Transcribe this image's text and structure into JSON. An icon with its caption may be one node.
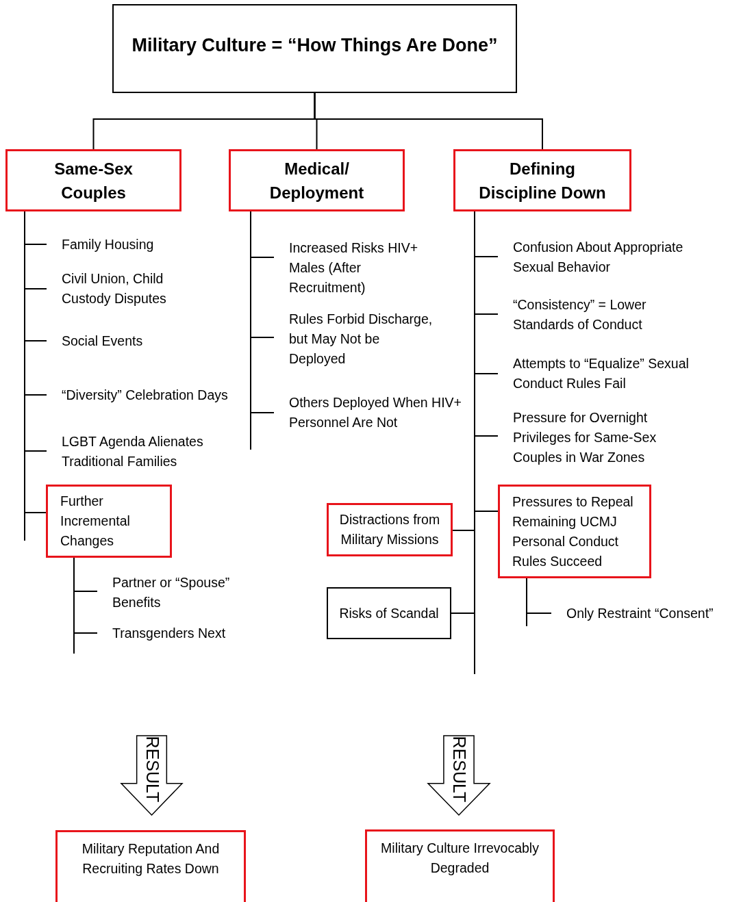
{
  "diagram": {
    "nodes": [
      {
        "text": [
          "Military Culture = “How Things Are Done”"
        ]
      },
      {
        "text": [
          "Same-Sex Couples"
        ]
      },
      {
        "text": [
          "Medical/ Deployment"
        ]
      },
      {
        "text": [
          "Defining Discipline Down"
        ]
      },
      {
        "text": [
          "Family Housing"
        ]
      },
      {
        "text": [
          "Civil Union, Child Custody Disputes"
        ]
      },
      {
        "text": [
          "Social Events"
        ]
      },
      {
        "text": [
          "“Diversity” Celebration Days"
        ]
      },
      {
        "text": [
          "LGBT Agenda Alienates Traditional Families"
        ]
      },
      {
        "text": [
          "Further Incremental Changes"
        ]
      },
      {
        "text": [
          "Partner or “Spouse” Benefits"
        ]
      },
      {
        "text": [
          "Transgenders Next"
        ]
      },
      {
        "text": [
          "Increased Risks HIV+ Males (After Recruitment)"
        ]
      },
      {
        "text": [
          "Rules Forbid Discharge, but May Not be Deployed"
        ]
      },
      {
        "text": [
          "Others Deployed When HIV+ Personnel Are Not"
        ]
      },
      {
        "text": [
          "Confusion About Appropriate Sexual Behavior"
        ]
      },
      {
        "text": [
          "“Consistency” = Lower Standards of Conduct"
        ]
      },
      {
        "text": [
          "Attempts to “Equalize” Sexual Conduct Rules Fail"
        ]
      },
      {
        "text": [
          "Pressure for Overnight Privileges for Same-Sex Couples in War Zones"
        ]
      },
      {
        "text": [
          "Distractions from Military Missions"
        ]
      },
      {
        "text": [
          "Pressures to Repeal Remaining UCMJ Personal Conduct Rules Succeed"
        ]
      },
      {
        "text": [
          "Only Restraint “Consent”"
        ]
      },
      {
        "text": [
          "Risks of Scandal"
        ]
      },
      {
        "text": [
          "RESULT"
        ]
      },
      {
        "text": [
          "Military Reputation And Recruiting Rates Down"
        ]
      },
      {
        "text": [
          "RESULT"
        ]
      },
      {
        "text": [
          "Military Culture Irrevocably Degraded"
        ]
      }
    ],
    "edges": [
      {
        "from": 0,
        "to": 1,
        "arrow": "none"
      },
      {
        "from": 0,
        "to": 2,
        "arrow": "none"
      },
      {
        "from": 0,
        "to": 3,
        "arrow": "none"
      },
      {
        "from": 1,
        "to": 4,
        "arrow": "none"
      },
      {
        "from": 1,
        "to": 5,
        "arrow": "none"
      },
      {
        "from": 1,
        "to": 6,
        "arrow": "none"
      },
      {
        "from": 1,
        "to": 7,
        "arrow": "none"
      },
      {
        "from": 1,
        "to": 8,
        "arrow": "none"
      },
      {
        "from": 1,
        "to": 9,
        "arrow": "none"
      },
      {
        "from": 9,
        "to": 10,
        "arrow": "none"
      },
      {
        "from": 9,
        "to": 11,
        "arrow": "none"
      },
      {
        "from": 2,
        "to": 12,
        "arrow": "none"
      },
      {
        "from": 2,
        "to": 13,
        "arrow": "none"
      },
      {
        "from": 2,
        "to": 14,
        "arrow": "none"
      },
      {
        "from": 3,
        "to": 15,
        "arrow": "none"
      },
      {
        "from": 3,
        "to": 16,
        "arrow": "none"
      },
      {
        "from": 3,
        "to": 17,
        "arrow": "none"
      },
      {
        "from": 3,
        "to": 18,
        "arrow": "none"
      },
      {
        "from": 3,
        "to": 19,
        "arrow": "none"
      },
      {
        "from": 3,
        "to": 20,
        "arrow": "none"
      },
      {
        "from": 3,
        "to": 22,
        "arrow": "none"
      },
      {
        "from": 20,
        "to": 21,
        "arrow": "none"
      }
    ]
  }
}
